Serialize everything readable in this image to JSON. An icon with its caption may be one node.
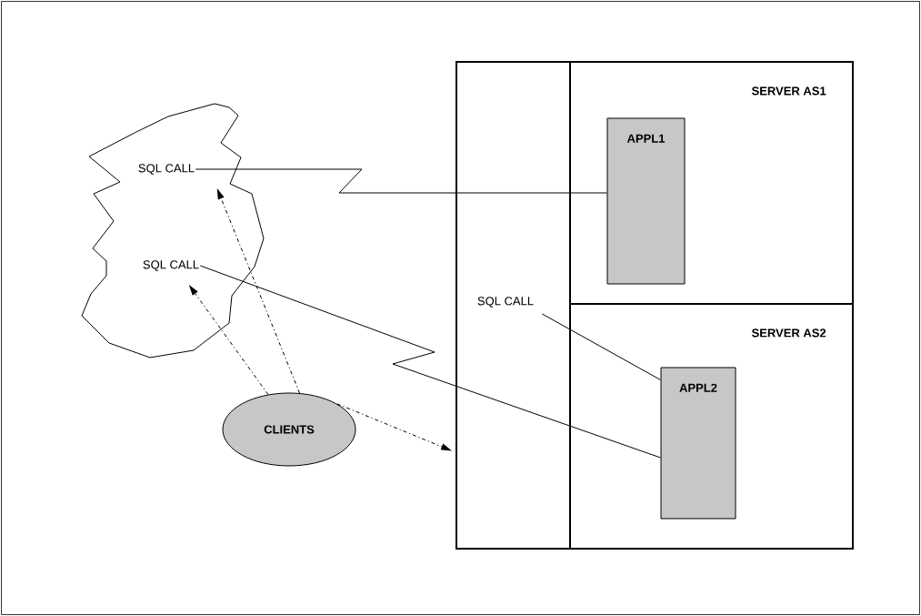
{
  "diagram": {
    "nodes": [
      {
        "text": [],
        "shape": "cloud"
      },
      {
        "text": [
          "SQL CALL"
        ],
        "in": 0
      },
      {
        "text": [
          "SQL CALL"
        ],
        "in": 0
      },
      {
        "text": [],
        "shape": "box"
      },
      {
        "text": [],
        "shape": "box",
        "in": 3
      },
      {
        "text": [
          "SQL CALL"
        ],
        "in": 4
      },
      {
        "text": [
          "SERVER AS1"
        ],
        "in": 3
      },
      {
        "text": [
          "APPL1"
        ],
        "in": 6
      },
      {
        "text": [
          "SERVER AS2"
        ],
        "in": 3
      },
      {
        "text": [
          "APPL2"
        ],
        "in": 8
      },
      {
        "text": [
          "CLIENTS"
        ]
      }
    ],
    "edges": [
      {
        "from": 1,
        "to": 7,
        "arrow": "none"
      },
      {
        "from": 2,
        "to": 9,
        "arrow": "none"
      },
      {
        "from": 5,
        "to": 9,
        "arrow": "none"
      },
      {
        "from": 10,
        "to": 2,
        "arrow": "to",
        "style": "dashed"
      },
      {
        "from": 10,
        "to": 1,
        "arrow": "to",
        "style": "dashed"
      },
      {
        "from": 10,
        "to": 4,
        "arrow": "to",
        "style": "dashed"
      }
    ]
  }
}
